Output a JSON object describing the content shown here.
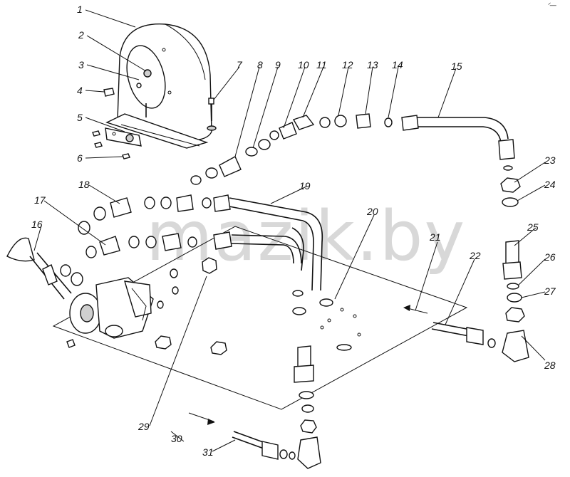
{
  "watermark": "mazik.by",
  "corner_mark": "ᐟ—",
  "callouts": [
    "1",
    "2",
    "3",
    "4",
    "5",
    "6",
    "7",
    "8",
    "9",
    "10",
    "11",
    "12",
    "13",
    "14",
    "15",
    "16",
    "17",
    "18",
    "19",
    "20",
    "21",
    "22",
    "23",
    "24",
    "25",
    "26",
    "27",
    "28",
    "29",
    "30",
    "31"
  ]
}
